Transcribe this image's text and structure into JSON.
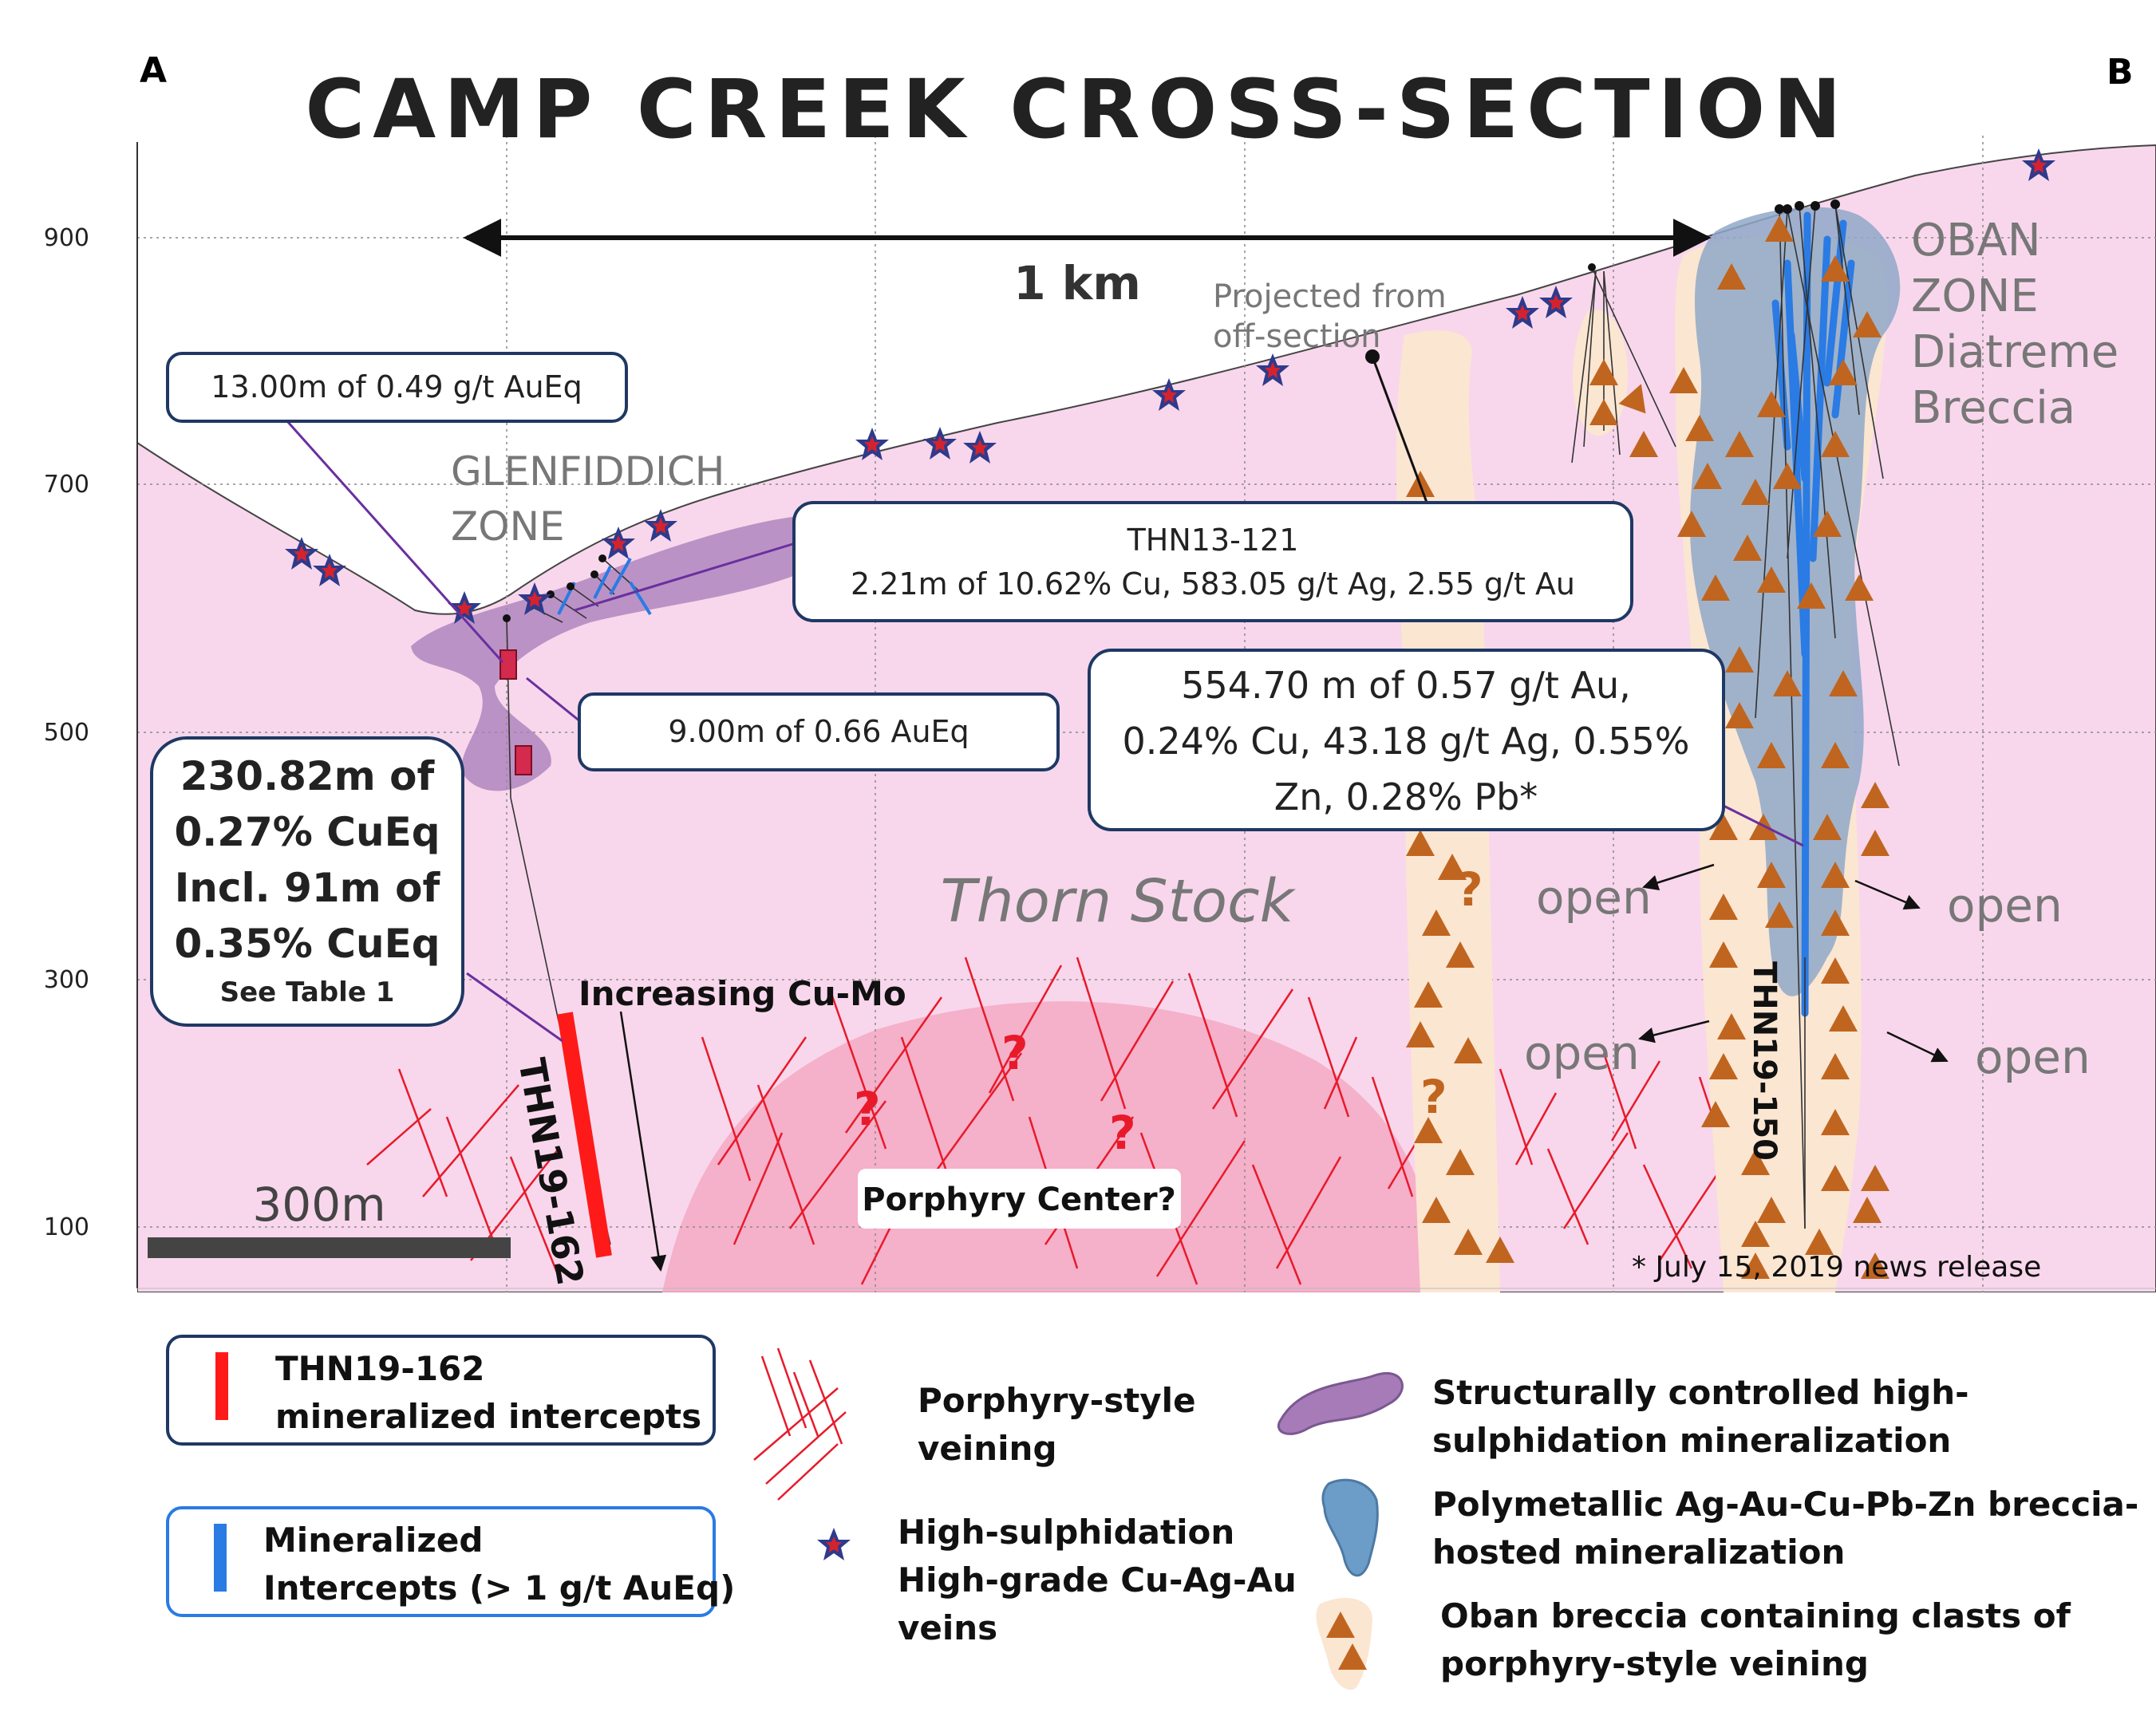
{
  "title": "CAMP CREEK CROSS-SECTION",
  "corner_left": "A",
  "corner_right": "B",
  "y_axis_ticks": [
    "900",
    "700",
    "500",
    "300",
    "100"
  ],
  "scale_1km": "1 km",
  "scale_300m": "300m",
  "zones": {
    "glenfiddich_line1": "GLENFIDDICH",
    "glenfiddich_line2": "ZONE",
    "oban_line1": "OBAN",
    "oban_line2": "ZONE",
    "oban_line3": "Diatreme",
    "oban_line4": "Breccia",
    "thorn_stock": "Thorn Stock",
    "porphyry_center": "Porphyry Center?"
  },
  "labels": {
    "projected_line1": "Projected from",
    "projected_line2": "off-section",
    "increasing": "Increasing Cu-Mo",
    "hole_162": "THN19-162",
    "hole_150": "THN19-150",
    "open": "open",
    "question": "?",
    "news_release": "* July 15, 2019 news release"
  },
  "callouts": {
    "c1": "13.00m of 0.49 g/t AuEq",
    "c2_line1": "THN13-121",
    "c2_line2": "2.21m of 10.62% Cu, 583.05 g/t Ag, 2.55 g/t Au",
    "c3": "9.00m of 0.66 AuEq",
    "c4_line1": "554.70 m of 0.57 g/t Au,",
    "c4_line2": "0.24% Cu, 43.18 g/t Ag, 0.55%",
    "c4_line3": "Zn, 0.28% Pb*",
    "c5_line1": "230.82m of",
    "c5_line2": "0.27% CuEq",
    "c5_line3": "Incl. 91m of",
    "c5_line4": "0.35% CuEq",
    "c5_line5": "See Table 1"
  },
  "legend": {
    "red_intercept_line1": "THN19-162",
    "red_intercept_line2": "mineralized intercepts",
    "blue_intercept_line1": "Mineralized",
    "blue_intercept_line2": "Intercepts (> 1 g/t AuEq)",
    "porphyry_line1": "Porphyry-style",
    "porphyry_line2": "veining",
    "star_line1": "High-sulphidation",
    "star_line2": "High-grade Cu-Ag-Au",
    "star_line3": "veins",
    "purple_line1": "Structurally controlled high-",
    "purple_line2": "sulphidation mineralization",
    "blue_line1": "Polymetallic Ag-Au-Cu-Pb-Zn breccia-",
    "blue_line2": "hosted mineralization",
    "orange_line1": "Oban breccia containing clasts of",
    "orange_line2": "porphyry-style veining"
  },
  "colors": {
    "pink_background": "#f8d7ec",
    "porphyry_dome": "#f4a9c4",
    "vein_red": "#e81a2a",
    "purple_zone": "#a77bb8",
    "breccia_blue": "#8fa8c8",
    "intercept_blue": "#2a7be4",
    "breccia_orange": "#fbe6d2",
    "triangle_brown": "#c0651f",
    "star_blue": "#2e3a8c",
    "star_red": "#d4232e",
    "callout_border": "#1f3864"
  },
  "icons": [
    "star-icon",
    "triangle-icon",
    "arrow-icon",
    "red-bar-icon",
    "blue-bar-icon",
    "vein-icon",
    "purple-blob-icon",
    "blue-blob-icon",
    "orange-blob-icon"
  ]
}
